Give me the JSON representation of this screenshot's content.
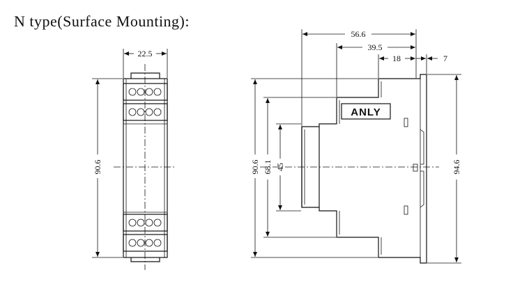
{
  "title": "N type(Surface Mounting):",
  "front_view": {
    "width_label": "22.5",
    "height_label": "90.6"
  },
  "side_view": {
    "depth_total_label": "56.6",
    "depth_mid_label": "39.5",
    "depth_small_label": "18",
    "rail_label": "7",
    "height_label": "90.6",
    "inner_height_label": "68.1",
    "front_height_label": "45",
    "rail_height_label": "94.6",
    "brand_label": "ANLY"
  }
}
